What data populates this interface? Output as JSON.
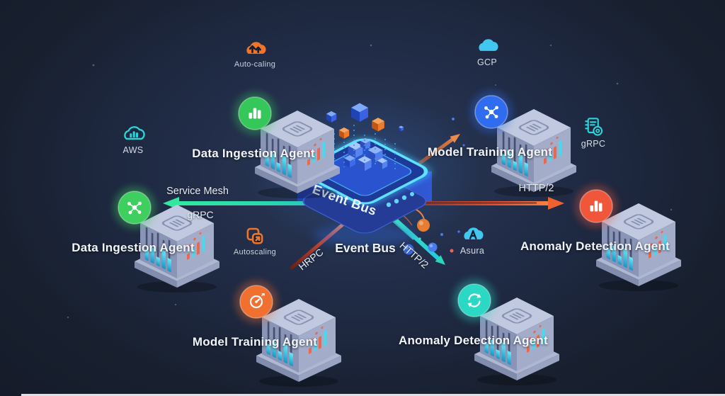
{
  "center": {
    "face_label": "Event Bus",
    "caption": "Event Bus",
    "glow_color": "#54dcff",
    "body_color": "#2b55d2"
  },
  "agents": [
    {
      "position": "top-left",
      "label": "Data Ingestion Agent",
      "service_name": "Auto-caling",
      "service_icon": "cloud-up-arrows",
      "service_color": "#f0752b",
      "badge_icon": "bar-chart",
      "badge_color": "#35c75a"
    },
    {
      "position": "top-right",
      "label": "Model Training Agent",
      "service_name": "GCP",
      "service_icon": "cloud",
      "service_color": "#41c7f0",
      "badge_icon": "network",
      "badge_color": "#2f6cf0"
    },
    {
      "position": "middle-left",
      "label": "Data Ingestion Agent",
      "service_name": "AWS",
      "service_icon": "cloud-bars",
      "service_color": "#2bd4d8",
      "badge_icon": "network",
      "badge_color": "#3ecf5e"
    },
    {
      "position": "middle-right",
      "label": "Anomaly Detection Agent",
      "service_name": "gRPC",
      "service_icon": "document-gear",
      "service_color": "#2bd4d8",
      "badge_icon": "bar-chart",
      "badge_color": "#f0563a"
    },
    {
      "position": "bottom-left",
      "label": "Model Training Agent",
      "service_name": "Autoscaling",
      "service_icon": "overlap-frames",
      "service_color": "#f0752b",
      "badge_icon": "gauge",
      "badge_color": "#f07030"
    },
    {
      "position": "bottom-right",
      "label": "Anomaly Detection Agent",
      "service_name": "Asura",
      "service_icon": "cloud-letter-a",
      "service_color": "#41c7f0",
      "badge_icon": "sync",
      "badge_color": "#2bd8c4"
    }
  ],
  "connections": [
    {
      "from": "Event Bus",
      "to": "Data Ingestion Agent (middle-left)",
      "label": "Service Mesh",
      "sublabel": "gRPC",
      "color": "#2ee0a8"
    },
    {
      "from": "Event Bus",
      "to": "Anomaly Detection Agent (middle-right)",
      "label": "HTTP/2",
      "sublabel": "",
      "color": "#f0603a"
    },
    {
      "from": "Model Training Agent (bottom-left)",
      "to": "Event Bus",
      "label": "HRPC",
      "sublabel": "",
      "color": "#c84838"
    },
    {
      "from": "Event Bus",
      "to": "Anomaly Detection Agent (bottom-right)",
      "label": "HTTP/2",
      "sublabel": "",
      "color": "#2ee0c0"
    },
    {
      "from": "Event Bus",
      "to": "Data Ingestion Agent (top-left)",
      "label": "",
      "sublabel": "",
      "color": "#3a7cf0"
    },
    {
      "from": "Event Bus",
      "to": "Model Training Agent (top-right)",
      "label": "",
      "sublabel": "",
      "color": "#f08040"
    }
  ]
}
